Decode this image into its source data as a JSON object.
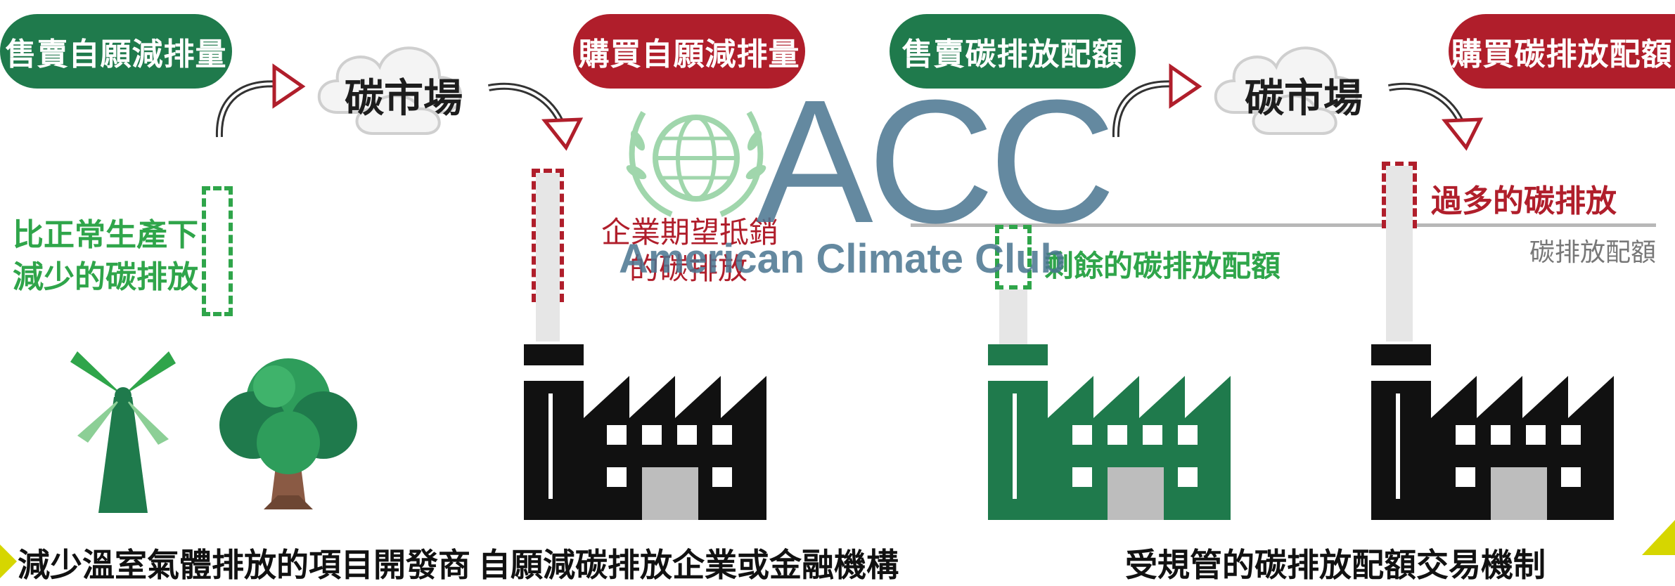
{
  "left_panel": {
    "sell_voluntary": "售賣自願減排量",
    "buy_voluntary": "購買自願減排量",
    "market": "碳市場",
    "reduction_line1": "比正常生產下",
    "reduction_line2": "減少的碳排放",
    "offset_line1": "企業期望抵銷",
    "offset_line2": "的碳排放",
    "caption_developers": "減少溫室氣體排放的項目開發商",
    "caption_voluntary": "自願減碳排放企業或金融機構"
  },
  "right_panel": {
    "sell_allowance": "售賣碳排放配額",
    "buy_allowance": "購買碳排放配額",
    "market": "碳市場",
    "excess": "過多的碳排放",
    "allowance_line": "碳排放配額",
    "surplus": "剩餘的碳排放配額",
    "caption_regulated": "受規管的碳排放配額交易機制"
  },
  "watermark": {
    "logo_text": "ACC",
    "org_name": "American Climate Club"
  },
  "colors": {
    "green": "#1f7a4c",
    "bright_green": "#2fa54a",
    "red": "#b01e2b",
    "black": "#111111",
    "watermark_blue": "#4a7590"
  }
}
